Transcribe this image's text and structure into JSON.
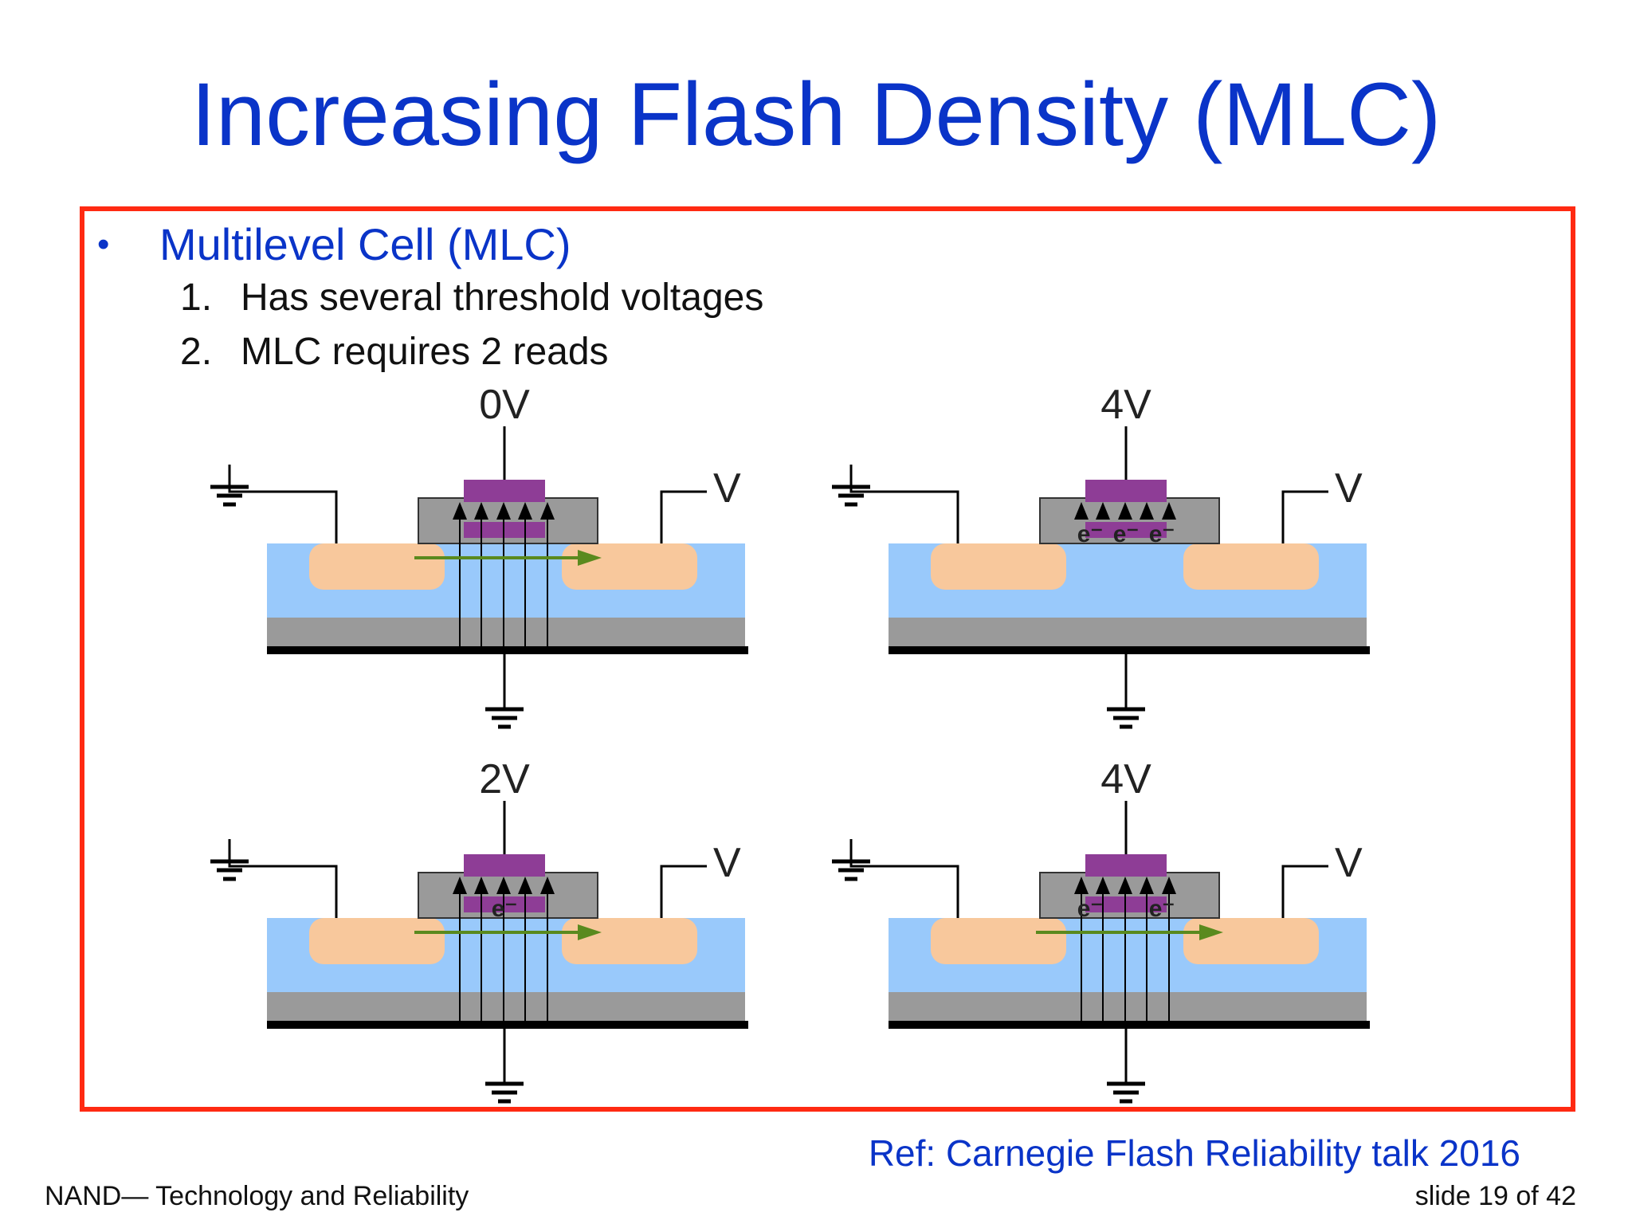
{
  "slide": {
    "title": "Increasing Flash Density (MLC)",
    "bullet": "Multilevel Cell (MLC)",
    "items": [
      {
        "num": "1.",
        "text": "Has several threshold voltages"
      },
      {
        "num": "2.",
        "text": "MLC requires 2 reads"
      }
    ],
    "reference": "Ref: Carnegie Flash Reliability talk 2016",
    "footer_left": "NAND— Technology and Reliability",
    "footer_right": "slide 19 of 42"
  },
  "colors": {
    "title": "#0a34c8",
    "frame": "#ff2a12",
    "substrate": "#99c9fb",
    "doped_region": "#f8c89c",
    "oxide": "#9a9a9a",
    "control_gate": "#8e3d96",
    "channel_arrow": "#5a8a1e"
  },
  "cells": [
    {
      "gate_voltage": "0V",
      "drain_voltage": "V",
      "electrons": [],
      "conducting": true
    },
    {
      "gate_voltage": "4V",
      "drain_voltage": "V",
      "electrons": [
        "e⁻",
        "e⁻",
        "e⁻"
      ],
      "conducting": false
    },
    {
      "gate_voltage": "2V",
      "drain_voltage": "V",
      "electrons": [
        "e⁻"
      ],
      "conducting": true
    },
    {
      "gate_voltage": "4V",
      "drain_voltage": "V",
      "electrons": [
        "e⁻",
        "e⁻"
      ],
      "conducting": true
    }
  ]
}
